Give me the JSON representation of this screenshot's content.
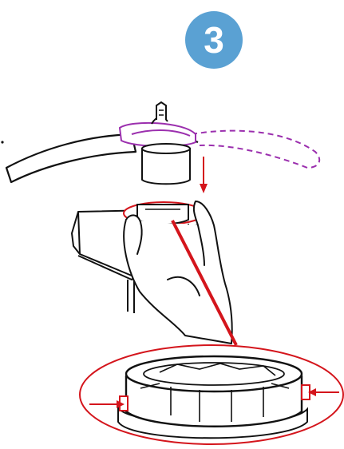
{
  "step": {
    "number": "3",
    "badge_color": "#5aa1d3"
  },
  "colors": {
    "line": "#111111",
    "accent_red": "#d4151c",
    "cable_purple": "#9b2fae"
  },
  "icons": [
    "step-number-badge",
    "lamp-shade-illustration",
    "hand-illustration",
    "down-arrow-icon",
    "zoom-callout",
    "connector-pin-icon"
  ]
}
